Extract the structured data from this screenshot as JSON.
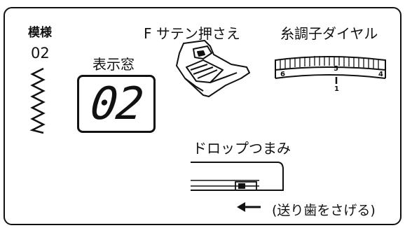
{
  "labels": {
    "pattern": "模様",
    "pattern_number": "02",
    "display_window": "表示窓",
    "presser_foot": "F サテン押さえ",
    "tension_dial": "糸調子ダイヤル",
    "drop_knob": "ドロップつまみ",
    "feed_dogs_note": "(送り歯をさげる)"
  },
  "display": {
    "value": "02"
  },
  "dial": {
    "marks": [
      "6",
      "5",
      "4"
    ],
    "pointer": "1"
  }
}
